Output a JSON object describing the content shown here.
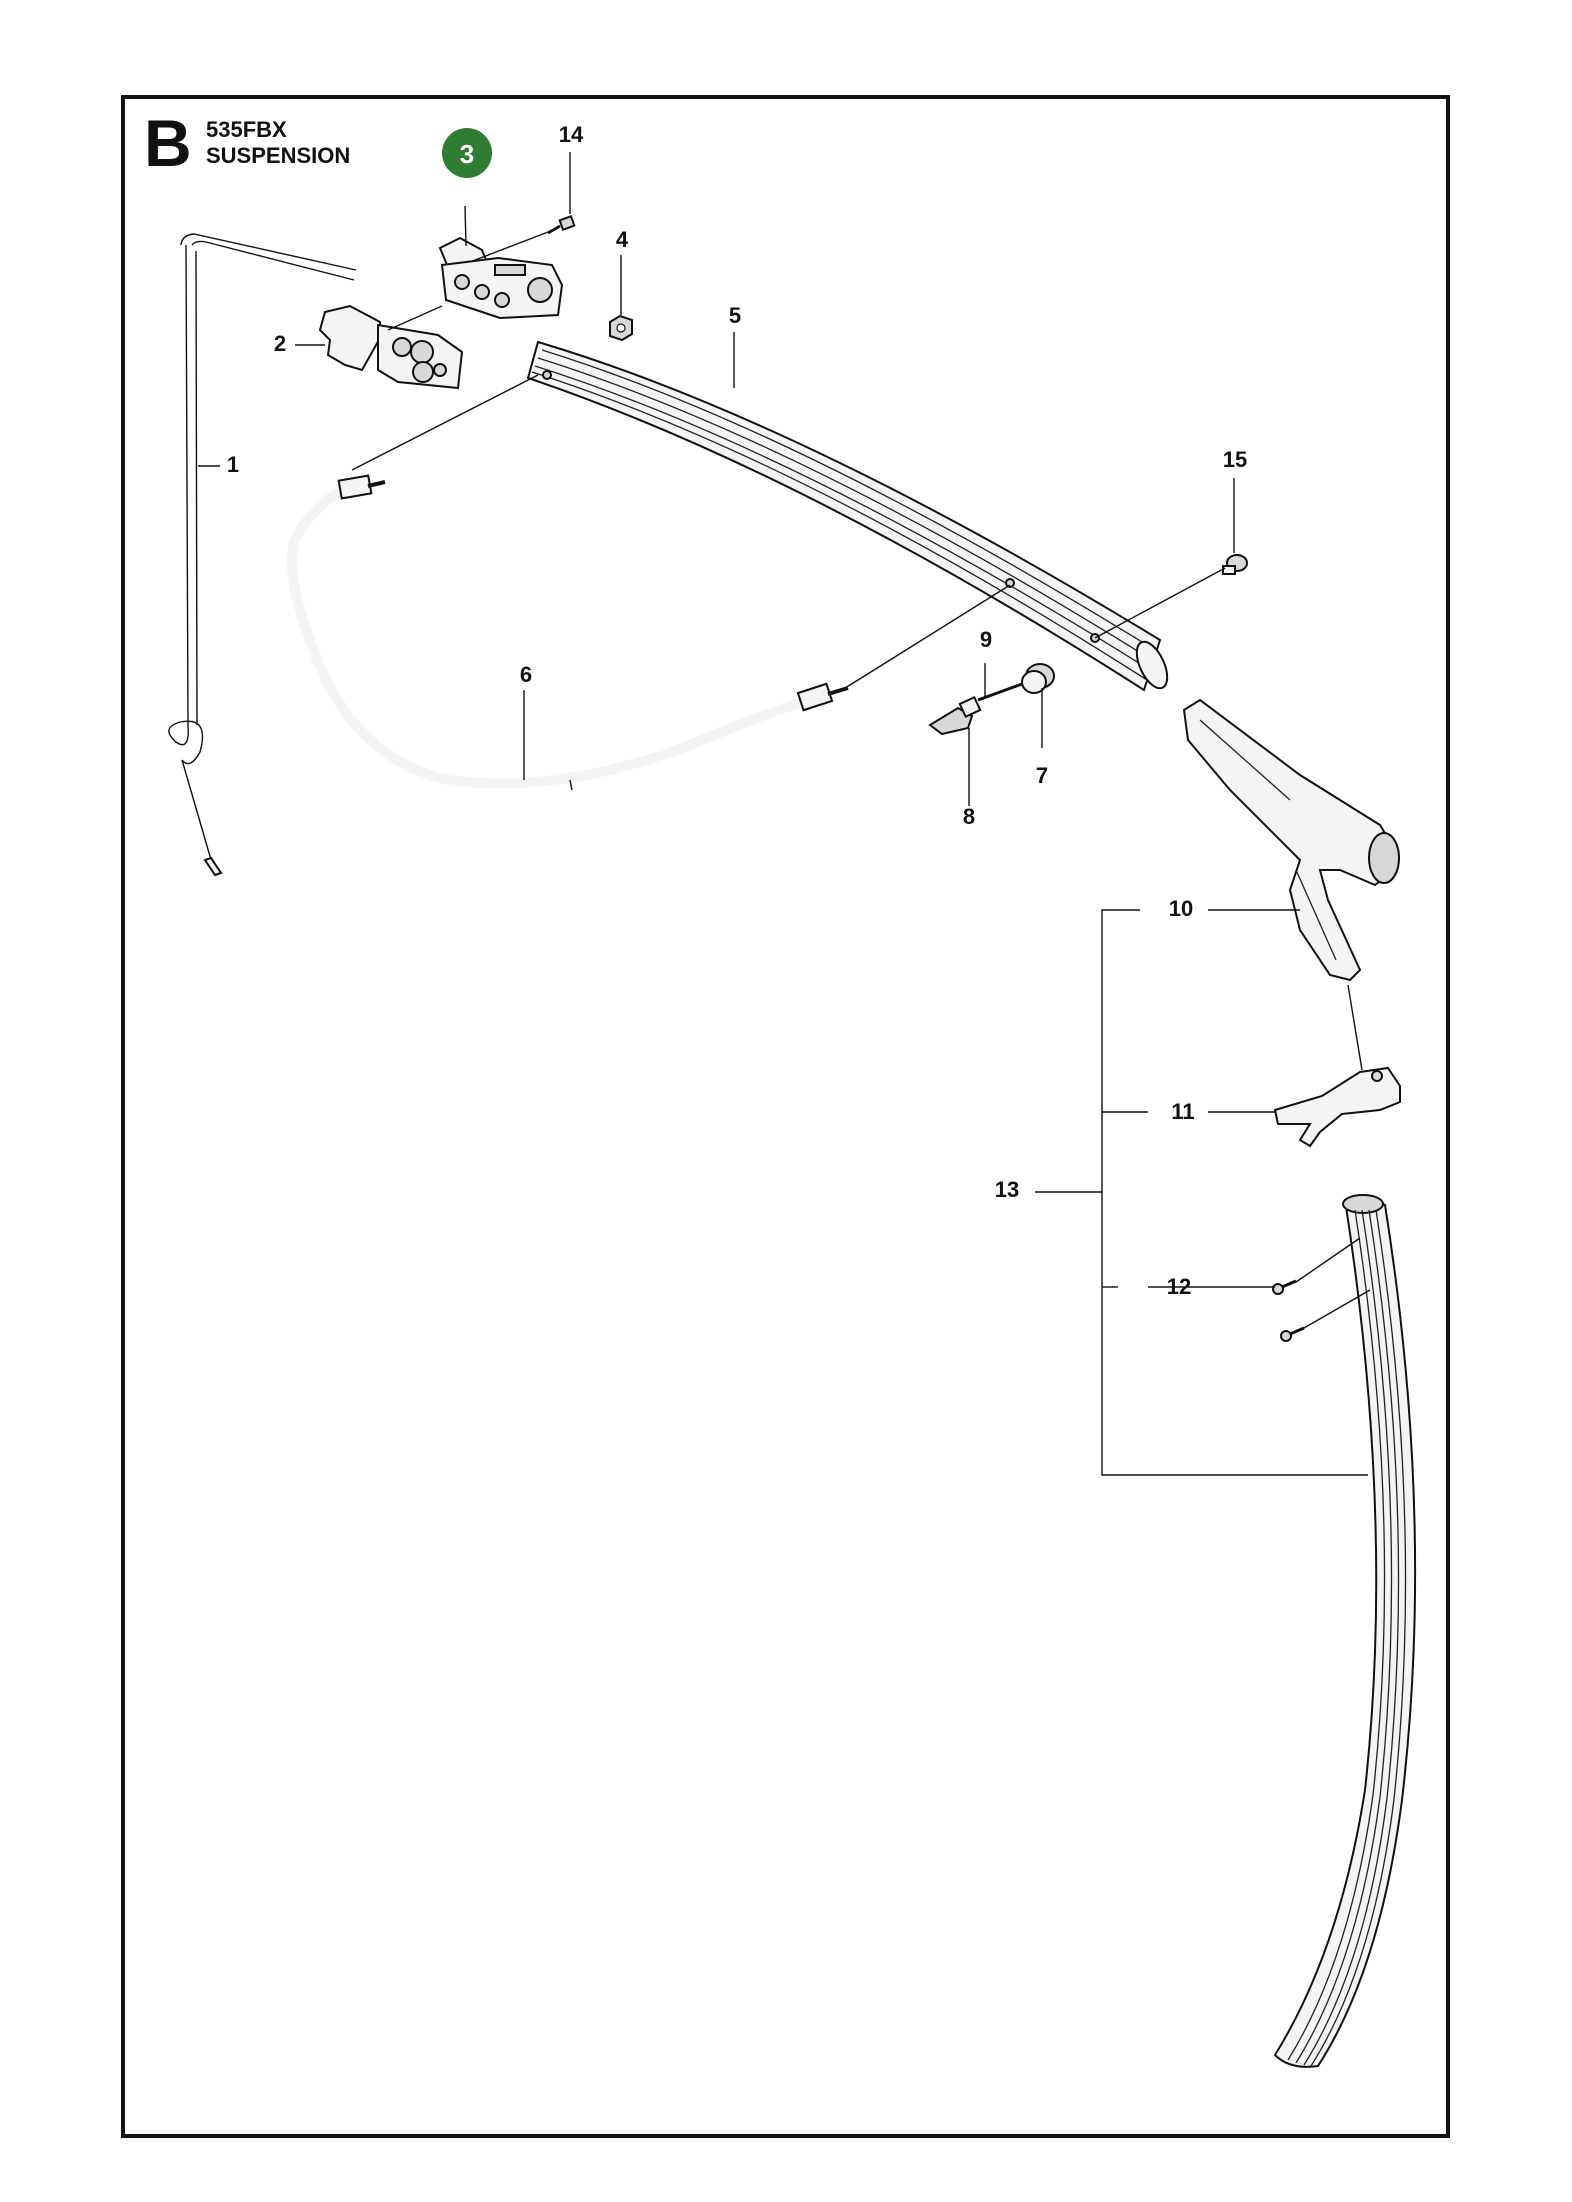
{
  "header": {
    "section": "B",
    "model": "535FBX",
    "title": "SUSPENSION"
  },
  "badge": {
    "number": "3",
    "color": "#2e7d32"
  },
  "callouts": {
    "c1": "1",
    "c2": "2",
    "c4": "4",
    "c5": "5",
    "c6": "6",
    "c7": "7",
    "c8": "8",
    "c9": "9",
    "c10": "10",
    "c11": "11",
    "c12": "12",
    "c13": "13",
    "c14": "14",
    "c15": "15"
  }
}
